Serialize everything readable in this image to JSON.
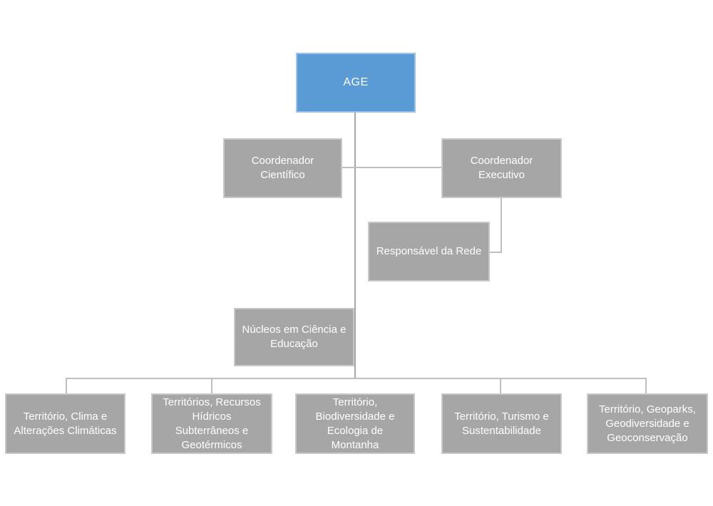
{
  "diagram": {
    "type": "org-chart",
    "colors": {
      "root_fill": "#5b9bd5",
      "root_border": "#9dc3e6",
      "node_fill": "#a6a6a6",
      "node_border": "#c9c9c9",
      "connector": "#bfbfbf",
      "trunk": "#a6a6a6",
      "text": "#ffffff",
      "background": "#ffffff"
    },
    "nodes": {
      "age": {
        "label": "AGE"
      },
      "coordenador_cientifico": {
        "label": "Coordenador\nCientífico"
      },
      "coordenador_executivo": {
        "label": "Coordenador\nExecutivo"
      },
      "responsavel_rede": {
        "label": "Responsável da Rede"
      },
      "nucleos_ciencia_educacao": {
        "label": "Núcleos em Ciência e\nEducação"
      },
      "territorio_clima": {
        "label": "Território, Clima e\nAlterações Climáticas"
      },
      "territorios_recursos_hidricos": {
        "label": "Territórios, Recursos\nHídricos\nSubterrâneos e\nGeotérmicos"
      },
      "territorio_biodiversidade": {
        "label": "Território,\nBiodiversidade e\nEcologia de\nMontanha"
      },
      "territorio_turismo": {
        "label": "Território, Turismo e\nSustentabilidade"
      },
      "territorio_geoparks": {
        "label": "Território, Geoparks,\nGeodiversidade e\nGeoconservação"
      }
    }
  }
}
